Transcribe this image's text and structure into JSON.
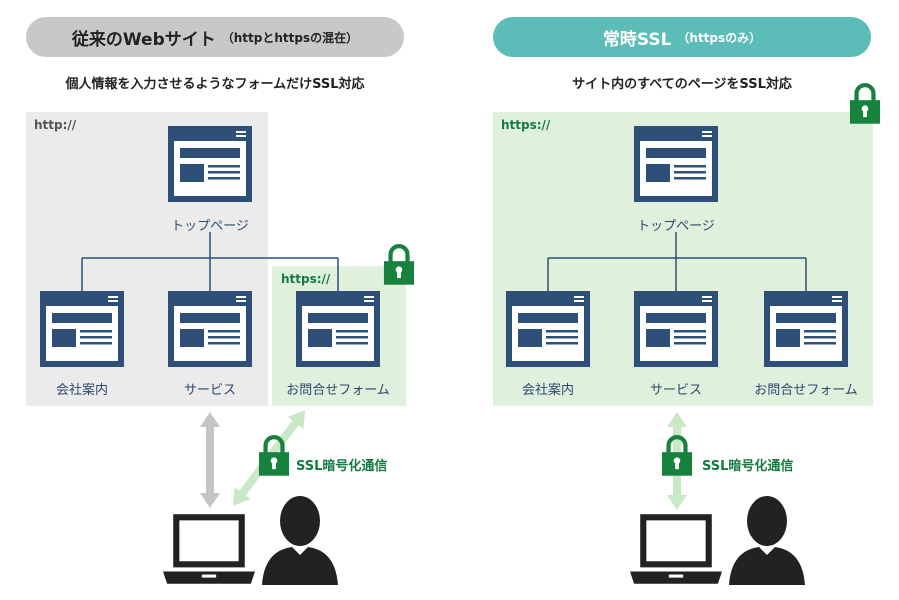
{
  "left": {
    "title_main": "従来のWebサイト",
    "title_sub": "（httpとhttpsの混在）",
    "subtitle": "個人情報を入力させるようなフォームだけSSL対応",
    "zone_http_label": "http://",
    "zone_https_label": "https://",
    "pages": {
      "top": "トップページ",
      "company": "会社案内",
      "service": "サービス",
      "contact": "お問合せフォーム"
    },
    "ssl_label": "SSL暗号化通信"
  },
  "right": {
    "title_main": "常時SSL",
    "title_sub": "（httpsのみ）",
    "subtitle": "サイト内のすべてのページをSSL対応",
    "zone_https_label": "https://",
    "pages": {
      "top": "トップページ",
      "company": "会社案内",
      "service": "サービス",
      "contact": "お問合せフォーム"
    },
    "ssl_label": "SSL暗号化通信"
  },
  "colors": {
    "left_pill": "#c8c8c8",
    "right_pill": "#5bbcb8",
    "http_zone": "#ebebeb",
    "https_zone": "#dff0dc",
    "page_icon": "#2d4f78",
    "lock": "#17823e",
    "gray_arrow": "#c4c4c4",
    "green_arrow": "#c9e8c6"
  },
  "icons": [
    "web-page-icon",
    "lock-icon",
    "laptop-icon",
    "user-silhouette-icon",
    "double-arrow-icon"
  ]
}
